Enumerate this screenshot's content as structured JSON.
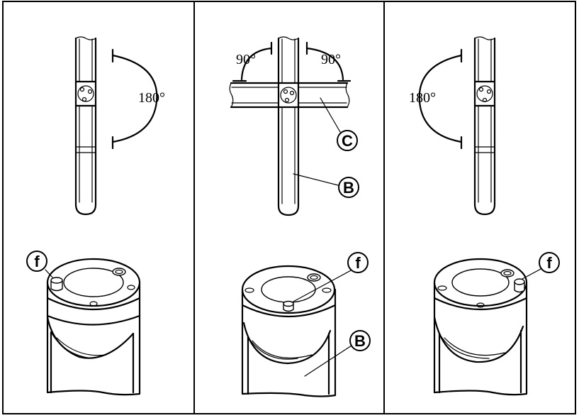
{
  "panels": {
    "left": {
      "angle_label": "180°",
      "callout_f": "f"
    },
    "middle": {
      "angle_label_left": "90°",
      "angle_label_right": "90°",
      "callout_c": "C",
      "callout_b_top": "B",
      "callout_f": "f",
      "callout_b_bottom": "B"
    },
    "right": {
      "angle_label": "180°",
      "callout_f": "f"
    }
  }
}
